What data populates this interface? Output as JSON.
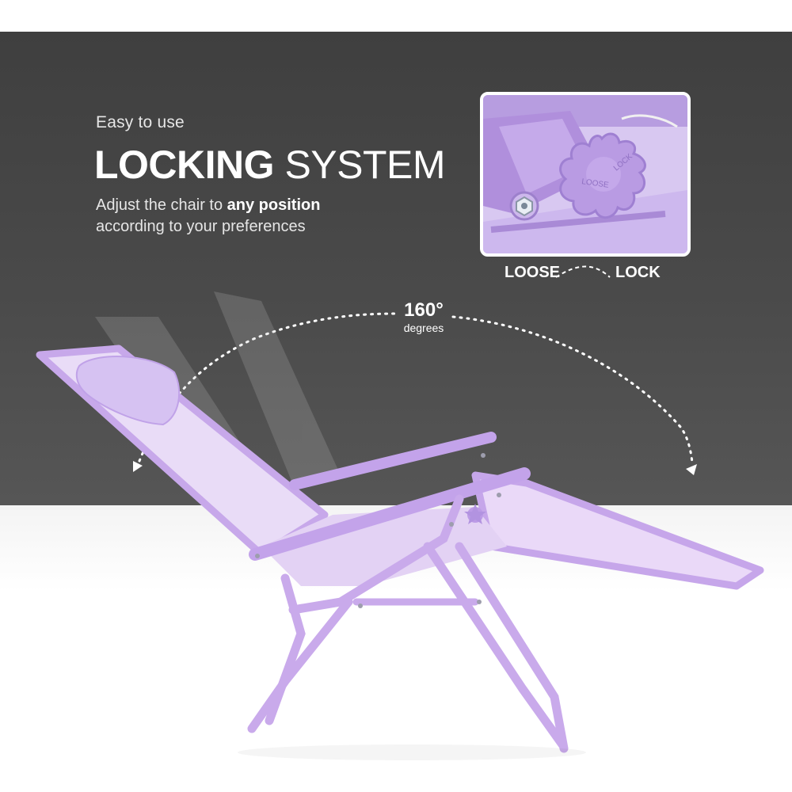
{
  "header": {
    "eyebrow": "Easy to use",
    "title_bold": "LOCKING",
    "title_light": "SYSTEM",
    "description_prefix": "Adjust the chair to ",
    "description_bold": "any position",
    "description_suffix": "according to your preferences"
  },
  "inset": {
    "loose_label": "LOOSE",
    "lock_label": "LOCK",
    "knob_text_left": "LOOSE",
    "knob_text_right": "LOCK"
  },
  "angle": {
    "value": "160°",
    "unit": "degrees"
  },
  "colors": {
    "panel": "#464646",
    "chair_frame": "#c7a8ea",
    "chair_fabric": "#e6d8f6",
    "accent_white": "#ffffff"
  },
  "icons": [
    "arc-arrow-left-icon",
    "arc-arrow-right-icon",
    "star-knob-icon"
  ]
}
